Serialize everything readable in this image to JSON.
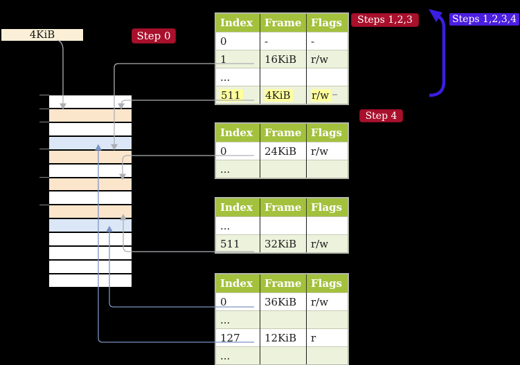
{
  "labels": {
    "frame_address": "4KiB",
    "step0": "Step 0",
    "steps123": "Steps 1,2,3",
    "steps1234": "Steps 1,2,3,4",
    "step4": "Step 4"
  },
  "colors": {
    "background": "#000000",
    "table_header_green": "#a4c13d",
    "table_row_green": "#edf2dc",
    "highlight_yellow": "#ffff9e",
    "frame_orange": "#fbe5cb",
    "frame_blue": "#dbe7f6",
    "badge_red": "#a8102c",
    "badge_blue_violet": "#4b1ee0",
    "connector_gray": "#adb0b5",
    "connector_blue": "#7b95c4",
    "loop_arrow_blue": "#3a1ee0",
    "address_label_bg": "#fbf0d7"
  },
  "memory_strip": {
    "rows": [
      {
        "fill": "white"
      },
      {
        "fill": "orange"
      },
      {
        "fill": "white"
      },
      {
        "fill": "blue"
      },
      {
        "fill": "orange"
      },
      {
        "fill": "white"
      },
      {
        "fill": "orange"
      },
      {
        "fill": "white"
      },
      {
        "fill": "orange"
      },
      {
        "fill": "blue"
      },
      {
        "fill": "white"
      },
      {
        "fill": "white"
      },
      {
        "fill": "white"
      },
      {
        "fill": "white"
      }
    ]
  },
  "tables": [
    {
      "headers": [
        "Index",
        "Frame",
        "Flags"
      ],
      "rows": [
        {
          "cells": [
            "0",
            "-",
            "-"
          ],
          "shaded": false,
          "highlight": false
        },
        {
          "cells": [
            "1",
            "16KiB",
            "r/w"
          ],
          "shaded": true,
          "highlight": false
        },
        {
          "cells": [
            "...",
            "",
            ""
          ],
          "shaded": false,
          "highlight": false
        },
        {
          "cells": [
            "511",
            "4KiB",
            "r/w"
          ],
          "shaded": true,
          "highlight": true
        }
      ]
    },
    {
      "headers": [
        "Index",
        "Frame",
        "Flags"
      ],
      "rows": [
        {
          "cells": [
            "0",
            "24KiB",
            "r/w"
          ],
          "shaded": false,
          "highlight": false
        },
        {
          "cells": [
            "...",
            "",
            ""
          ],
          "shaded": true,
          "highlight": false
        }
      ]
    },
    {
      "headers": [
        "Index",
        "Frame",
        "Flags"
      ],
      "rows": [
        {
          "cells": [
            "...",
            "",
            ""
          ],
          "shaded": false,
          "highlight": false
        },
        {
          "cells": [
            "511",
            "32KiB",
            "r/w"
          ],
          "shaded": true,
          "highlight": false
        }
      ]
    },
    {
      "headers": [
        "Index",
        "Frame",
        "Flags"
      ],
      "rows": [
        {
          "cells": [
            "0",
            "36KiB",
            "r/w"
          ],
          "shaded": false,
          "highlight": false
        },
        {
          "cells": [
            "...",
            "",
            ""
          ],
          "shaded": true,
          "highlight": false
        },
        {
          "cells": [
            "127",
            "12KiB",
            "r"
          ],
          "shaded": false,
          "highlight": false
        },
        {
          "cells": [
            "...",
            "",
            ""
          ],
          "shaded": true,
          "highlight": false
        }
      ]
    }
  ]
}
